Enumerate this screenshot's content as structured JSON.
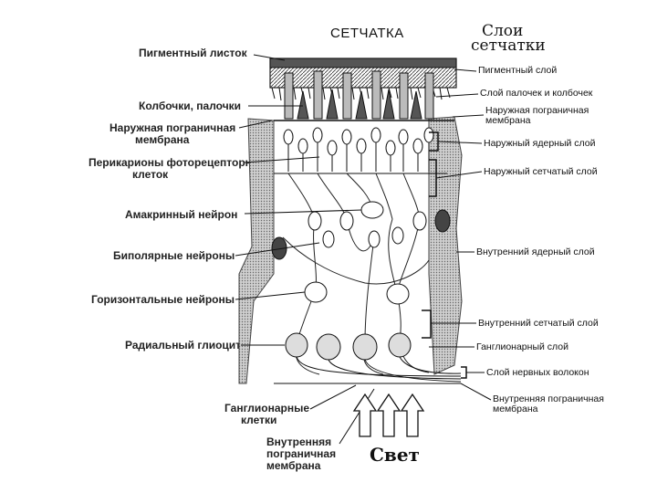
{
  "title": "СЕТЧАТКА",
  "layers_heading": [
    "Слои",
    "сетчатки"
  ],
  "left_labels": [
    {
      "key": "pigment",
      "lines": [
        "Пигментный листок"
      ]
    },
    {
      "key": "cones_rods",
      "lines": [
        "Колбочки, палочки"
      ]
    },
    {
      "key": "outer_limiting",
      "lines": [
        "Наружная пограничная",
        "мембрана"
      ]
    },
    {
      "key": "perikarya",
      "lines": [
        "Перикарионы фоторецепторных",
        "клеток"
      ]
    },
    {
      "key": "amacrine",
      "lines": [
        "Амакринный нейрон"
      ]
    },
    {
      "key": "bipolar",
      "lines": [
        "Биполярные нейроны"
      ]
    },
    {
      "key": "horizontal",
      "lines": [
        "Горизонтальные нейроны"
      ]
    },
    {
      "key": "radial",
      "lines": [
        "Радиальный глиоцит"
      ]
    },
    {
      "key": "ganglion",
      "lines": [
        "Ганглионарные",
        "клетки"
      ]
    },
    {
      "key": "inner_limiting",
      "lines": [
        "Внутренняя",
        "пограничная",
        "мембрана"
      ]
    }
  ],
  "right_labels": [
    {
      "key": "pigment_layer",
      "lines": [
        "Пигментный слой"
      ]
    },
    {
      "key": "rods_cones_layer",
      "lines": [
        "Слой палочек и колбочек"
      ]
    },
    {
      "key": "outer_limiting_membrane",
      "lines": [
        "Наружная пограничная",
        "мембрана"
      ]
    },
    {
      "key": "outer_nuclear",
      "lines": [
        "Наружный ядерный слой"
      ]
    },
    {
      "key": "outer_plexiform",
      "lines": [
        "Наружный сетчатый слой"
      ]
    },
    {
      "key": "inner_nuclear",
      "lines": [
        "Внутренний ядерный слой"
      ]
    },
    {
      "key": "inner_plexiform",
      "lines": [
        "Внутренний сетчатый слой"
      ]
    },
    {
      "key": "ganglion_layer",
      "lines": [
        "Ганглионарный слой"
      ]
    },
    {
      "key": "nerve_fiber",
      "lines": [
        "Слой нервных волокон"
      ]
    },
    {
      "key": "inner_limiting_membrane",
      "lines": [
        "Внутренняя пограничная",
        "мембрана"
      ]
    }
  ],
  "light_label": "Свет"
}
